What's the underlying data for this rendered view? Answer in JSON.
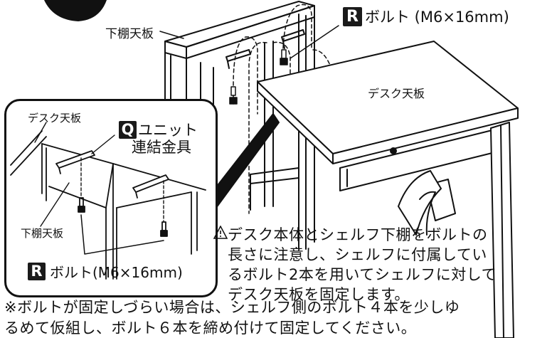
{
  "main_figure": {
    "label_lower_shelf_top": "下棚天板",
    "label_desk_top": "デスク天板",
    "bolt_callout": {
      "badge": "R",
      "text": "ボルト (M6×16mm)"
    }
  },
  "inset": {
    "label_desk_top": "デスク天板",
    "label_lower_shelf_top": "下棚天板",
    "unit_callout": {
      "badge": "Q",
      "line1": "ユニット",
      "line2": "連結金具"
    },
    "bolt_callout": {
      "badge": "R",
      "text": "ボルト(M6×16mm)"
    }
  },
  "caution": {
    "icon": "warning-triangle-icon",
    "lines": [
      "デスク本体とシェルフ下棚をボルトの",
      "長さに注意し、シェルフに付属してい",
      "るボルト2本を用いてシェルフに対して",
      "デスク天板を固定します。"
    ]
  },
  "footnote": {
    "lines": [
      "※ボルトが固定しづらい場合は、シェルフ側のボルト４本を少しゆ",
      "るめて仮組し、ボルト６本を締め付けて固定してください。"
    ]
  }
}
